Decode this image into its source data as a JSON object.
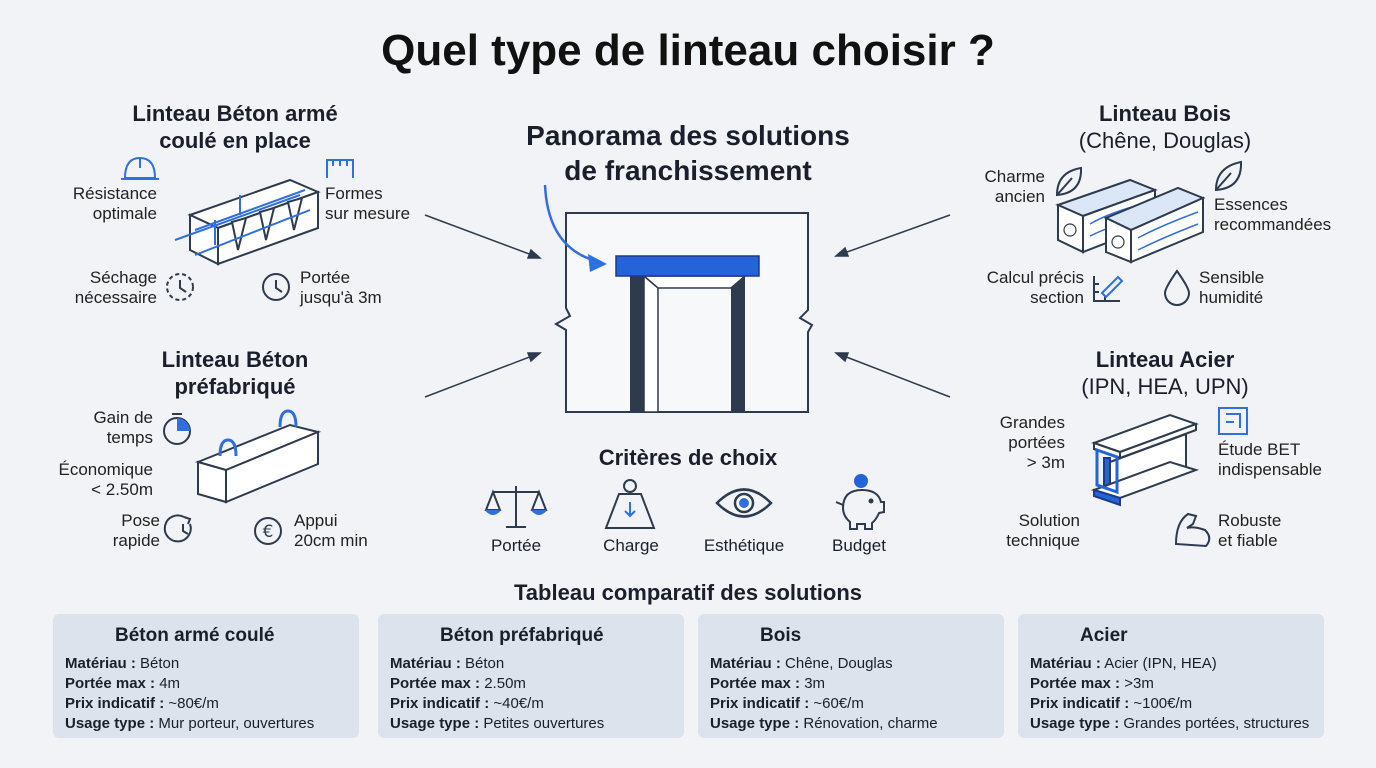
{
  "title": "Quel type de linteau choisir ?",
  "center": {
    "title_line1": "Panorama des solutions",
    "title_line2": "de franchissement"
  },
  "beton_arme": {
    "title_line1": "Linteau Béton armé",
    "title_line2": "coulé en place",
    "labels": {
      "resistance": [
        "Résistance",
        "optimale"
      ],
      "formes": [
        "Formes",
        "sur mesure"
      ],
      "sechage": [
        "Séchage",
        "nécessaire"
      ],
      "portee": [
        "Portée",
        "jusqu'à 3m"
      ]
    }
  },
  "beton_prefa": {
    "title_line1": "Linteau Béton",
    "title_line2": "préfabriqué",
    "labels": {
      "gain": [
        "Gain de",
        "temps"
      ],
      "eco": [
        "Économique",
        "< 2.50m"
      ],
      "pose": [
        "Pose",
        "rapide"
      ],
      "appui": [
        "Appui",
        "20cm min"
      ]
    }
  },
  "bois": {
    "title_line1": "Linteau Bois",
    "title_line2": "(Chêne, Douglas)",
    "labels": {
      "charme": [
        "Charme",
        "ancien"
      ],
      "essences": [
        "Essences",
        "recommandées"
      ],
      "calcul": [
        "Calcul précis",
        "section"
      ],
      "sensible": [
        "Sensible",
        "humidité"
      ]
    }
  },
  "acier": {
    "title_line1": "Linteau Acier",
    "title_line2": "(IPN, HEA, UPN)",
    "labels": {
      "grandes": [
        "Grandes",
        "portées",
        "> 3m"
      ],
      "etude": [
        "Étude BET",
        "indispensable"
      ],
      "solution": [
        "Solution",
        "technique"
      ],
      "robuste": [
        "Robuste",
        "et fiable"
      ]
    }
  },
  "criteria": {
    "title": "Critères de choix",
    "items": [
      {
        "label": "Portée",
        "icon": "scale-icon"
      },
      {
        "label": "Charge",
        "icon": "weight-icon"
      },
      {
        "label": "Esthétique",
        "icon": "eye-icon"
      },
      {
        "label": "Budget",
        "icon": "piggy-bank-icon"
      }
    ]
  },
  "table": {
    "title": "Tableau comparatif des solutions",
    "keys": {
      "materiau": "Matériau :",
      "portee": "Portée max :",
      "prix": "Prix indicatif :",
      "usage": "Usage type :"
    },
    "cards": [
      {
        "name": "Béton armé coulé",
        "materiau": "Béton",
        "portee": "4m",
        "prix": "~80€/m",
        "usage": "Mur porteur, ouvertures"
      },
      {
        "name": "Béton préfabriqué",
        "materiau": "Béton",
        "portee": "2.50m",
        "prix": "~40€/m",
        "usage": "Petites ouvertures"
      },
      {
        "name": "Bois",
        "materiau": "Chêne, Douglas",
        "portee": "3m",
        "prix": "~60€/m",
        "usage": "Rénovation, charme"
      },
      {
        "name": "Acier",
        "materiau": "Acier (IPN, HEA)",
        "portee": ">3m",
        "prix": "~100€/m",
        "usage": "Grandes portées, structures"
      }
    ]
  },
  "colors": {
    "accent": "#2f6fe0",
    "lintel": "#2563d8",
    "dark": "#2e3a4d",
    "card": "#dde3ec"
  }
}
